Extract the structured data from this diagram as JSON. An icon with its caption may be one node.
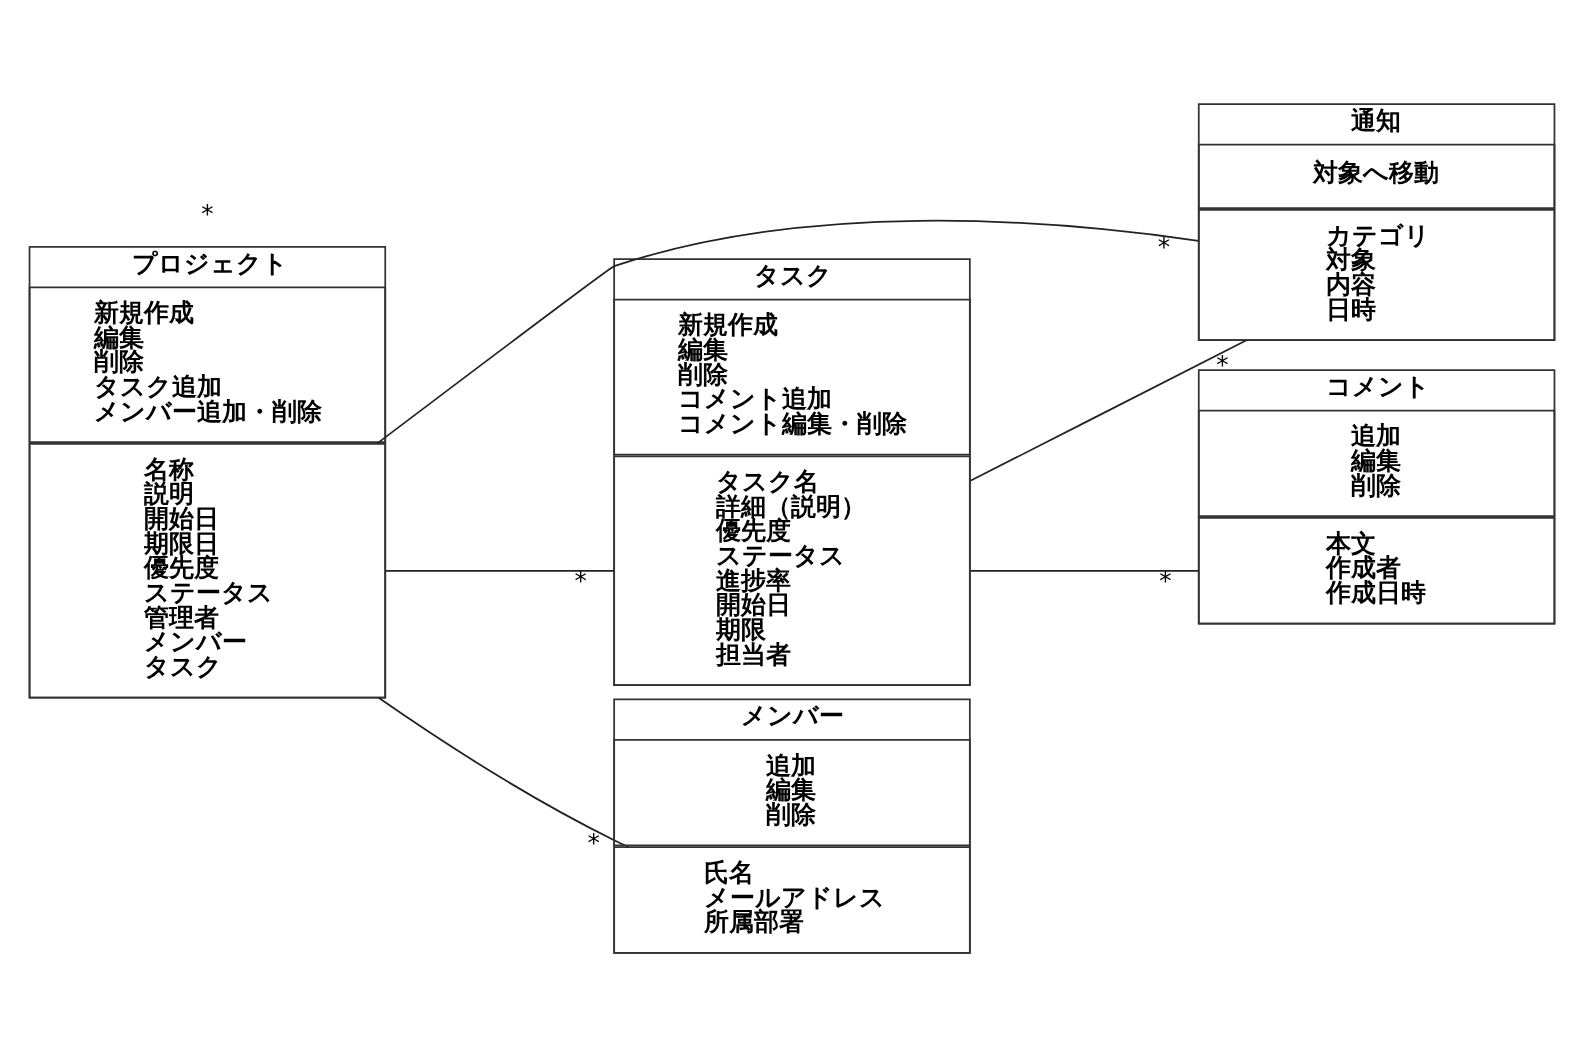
{
  "diagram": {
    "nodes": [
      {
        "text": [
          "プロジェクト"
        ]
      },
      {
        "text": [
          "名称",
          "説明",
          "開始日",
          "期限日",
          "優先度",
          "ステータス",
          "管理者",
          "メンバー",
          "タスク"
        ],
        "in": 0
      },
      {
        "text": [
          "新規作成",
          "編集",
          "削除",
          "タスク追加",
          "メンバー追加・削除"
        ],
        "in": 0
      },
      {
        "text": [
          "通知"
        ]
      },
      {
        "text": [
          "カテゴリ",
          "対象",
          "内容",
          "日時"
        ],
        "in": 3
      },
      {
        "text": [
          "対象へ移動"
        ],
        "in": 3
      },
      {
        "text": [
          "タスク"
        ]
      },
      {
        "text": [
          "タスク名",
          "詳細（説明）",
          "優先度",
          "ステータス",
          "進捗率",
          "開始日",
          "期限",
          "担当者"
        ],
        "in": 6
      },
      {
        "text": [
          "新規作成",
          "編集",
          "削除",
          "コメント追加",
          "コメント編集・削除"
        ],
        "in": 6
      },
      {
        "text": [
          "コメント"
        ]
      },
      {
        "text": [
          "本文",
          "作成者",
          "作成日時"
        ],
        "in": 9
      },
      {
        "text": [
          "追加",
          "編集",
          "削除"
        ],
        "in": 9
      },
      {
        "text": [
          "メンバー"
        ]
      },
      {
        "text": [
          "氏名",
          "メールアドレス",
          "所属部署"
        ],
        "in": 12
      },
      {
        "text": [
          "追加",
          "編集",
          "削除"
        ],
        "in": 12
      }
    ],
    "edges": [
      {
        "from": 0,
        "to": 3,
        "arrow": "none",
        "label": "*"
      },
      {
        "from": 6,
        "to": 3,
        "arrow": "none",
        "label": "*"
      },
      {
        "from": 0,
        "to": 6,
        "arrow": "none",
        "label": "*"
      },
      {
        "from": 6,
        "to": 9,
        "arrow": "none",
        "label": "*"
      },
      {
        "from": 0,
        "to": 12,
        "arrow": "none",
        "label": "*"
      }
    ],
    "labels": [
      "*"
    ]
  }
}
